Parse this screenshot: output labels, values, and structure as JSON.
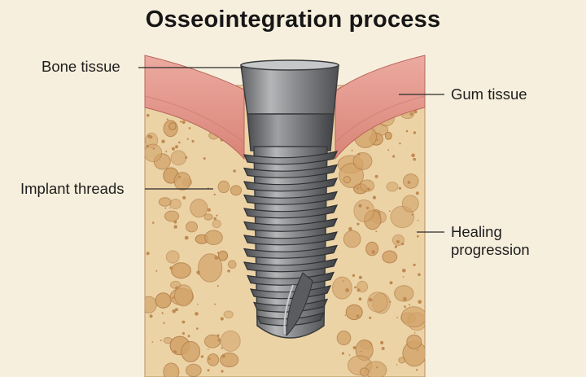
{
  "title": "Osseointegration process",
  "labels": {
    "bone_tissue": "Bone tissue",
    "implant_threads": "Implant threads",
    "gum_tissue": "Gum tissue",
    "healing_progression": [
      "Healing",
      "progression"
    ]
  },
  "colors": {
    "background": "#f7efdd",
    "bone": "#ecd2a4",
    "bone_pores": "#c79a63",
    "gum": "#e4968c",
    "implant": "#8b8d90"
  }
}
